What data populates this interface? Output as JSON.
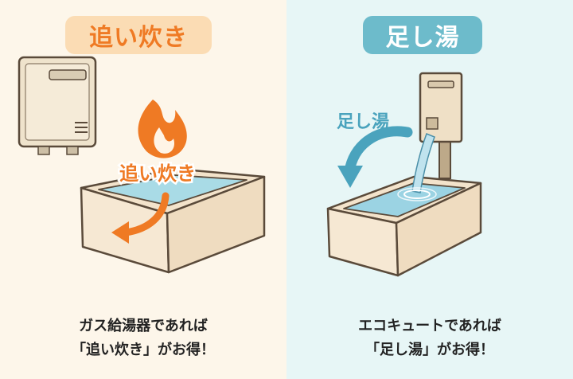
{
  "left": {
    "title": "追い炊き",
    "bath_label": "追い炊き",
    "caption_line1": "ガス給湯器であれば",
    "caption_line2": "「追い炊き」がお得！"
  },
  "right": {
    "title": "足し湯",
    "arrow_label": "足し湯",
    "caption_line1": "エコキュートであれば",
    "caption_line2": "「足し湯」がお得！"
  },
  "colors": {
    "orange": "#ef7a24",
    "teal": "#4aa3bd",
    "left_bg": "#fdf6ea",
    "right_bg": "#e7f6f6"
  }
}
